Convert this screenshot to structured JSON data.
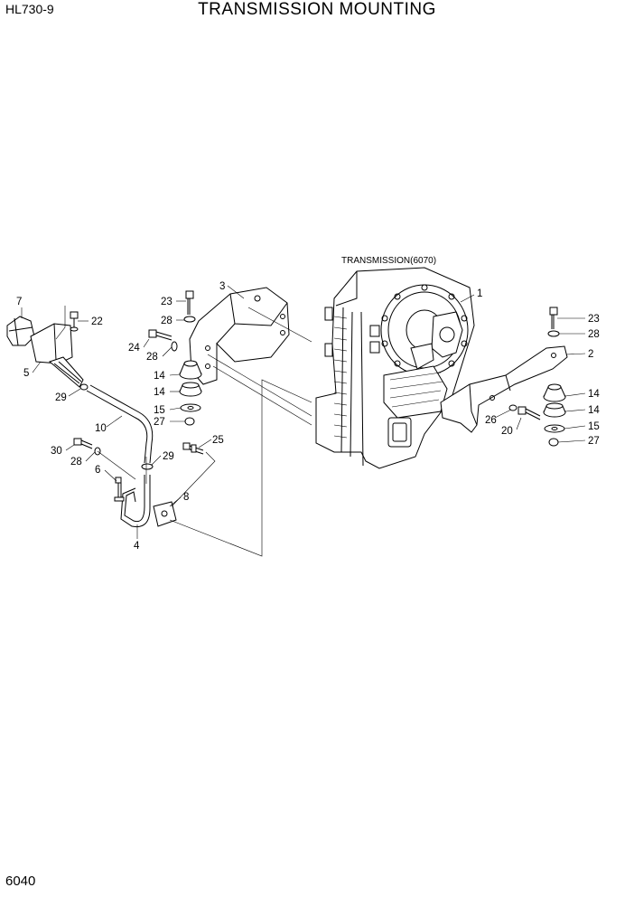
{
  "header": {
    "model": "HL730-9",
    "title": "TRANSMISSION MOUNTING"
  },
  "footer": {
    "page_number": "6040"
  },
  "diagram": {
    "assembly_label": "TRANSMISSION(6070)",
    "callouts": [
      "1",
      "2",
      "3",
      "4",
      "5",
      "6",
      "7",
      "8",
      "10",
      "14",
      "14",
      "14",
      "14",
      "15",
      "15",
      "20",
      "22",
      "23",
      "23",
      "24",
      "25",
      "26",
      "27",
      "27",
      "28",
      "28",
      "28",
      "28",
      "29",
      "29",
      "30"
    ]
  }
}
